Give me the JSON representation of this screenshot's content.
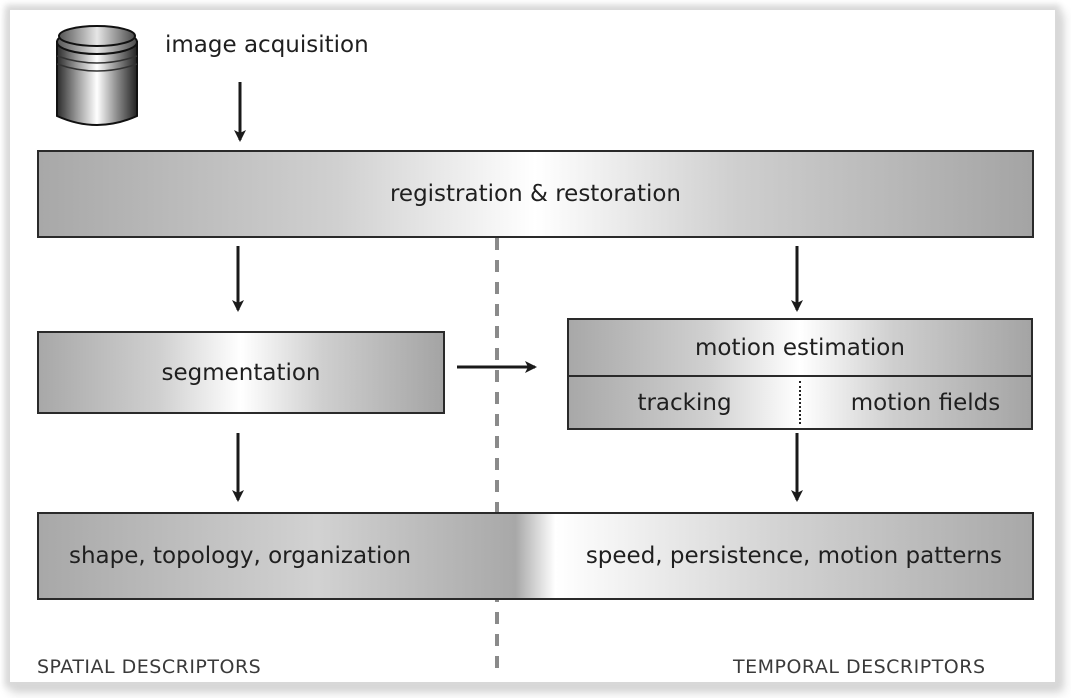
{
  "top": {
    "source_label": "image acquisition"
  },
  "boxes": {
    "registration": "registration & restoration",
    "segmentation": "segmentation",
    "motion_estimation": "motion estimation",
    "tracking": "tracking",
    "motion_fields": "motion fields",
    "spatial_output": "shape, topology, organization",
    "temporal_output": "speed, persistence, motion patterns"
  },
  "captions": {
    "spatial": "SPATIAL DESCRIPTORS",
    "temporal": "TEMPORAL DESCRIPTORS"
  }
}
